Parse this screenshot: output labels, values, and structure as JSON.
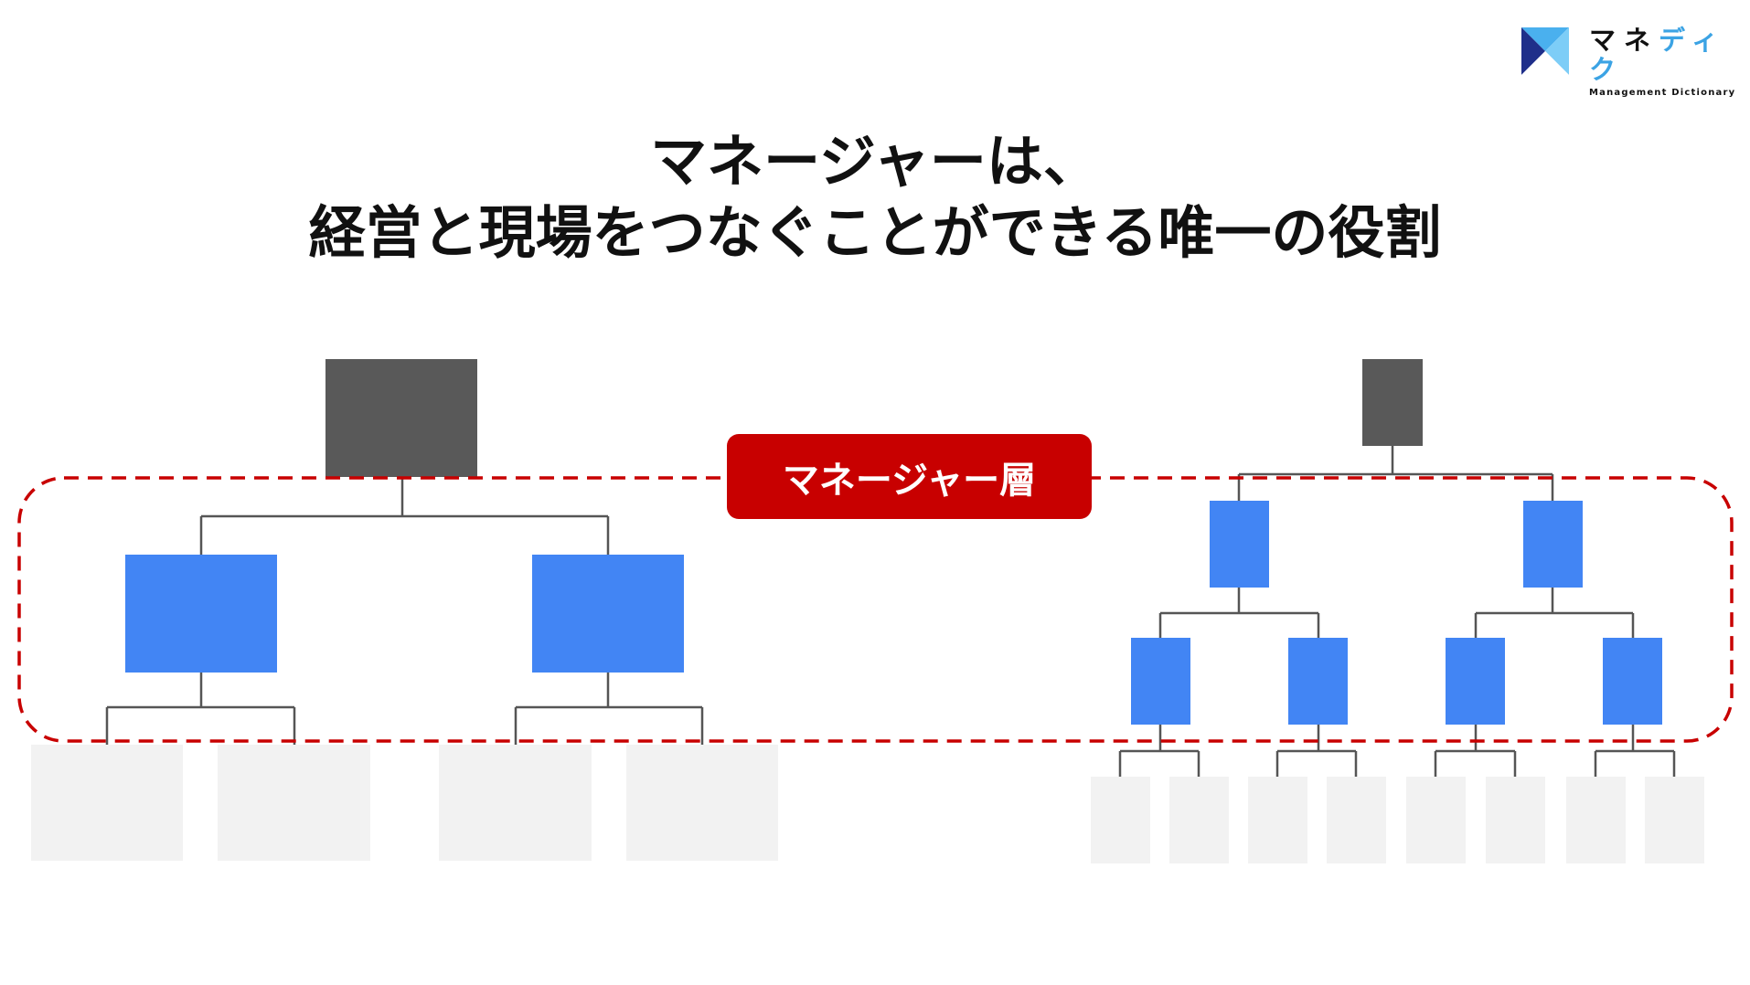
{
  "title": {
    "line1": "マネージャーは、",
    "line2": "経営と現場をつなぐことができる唯一の役割"
  },
  "logo": {
    "jp_part1": "マネ",
    "jp_part2": "ディク",
    "en": "Management Dictionary"
  },
  "label": "マネージャー層",
  "colors": {
    "manager": "#4285f4",
    "executive": "#595959",
    "staff": "#f2f2f2",
    "accent": "#c80000"
  }
}
